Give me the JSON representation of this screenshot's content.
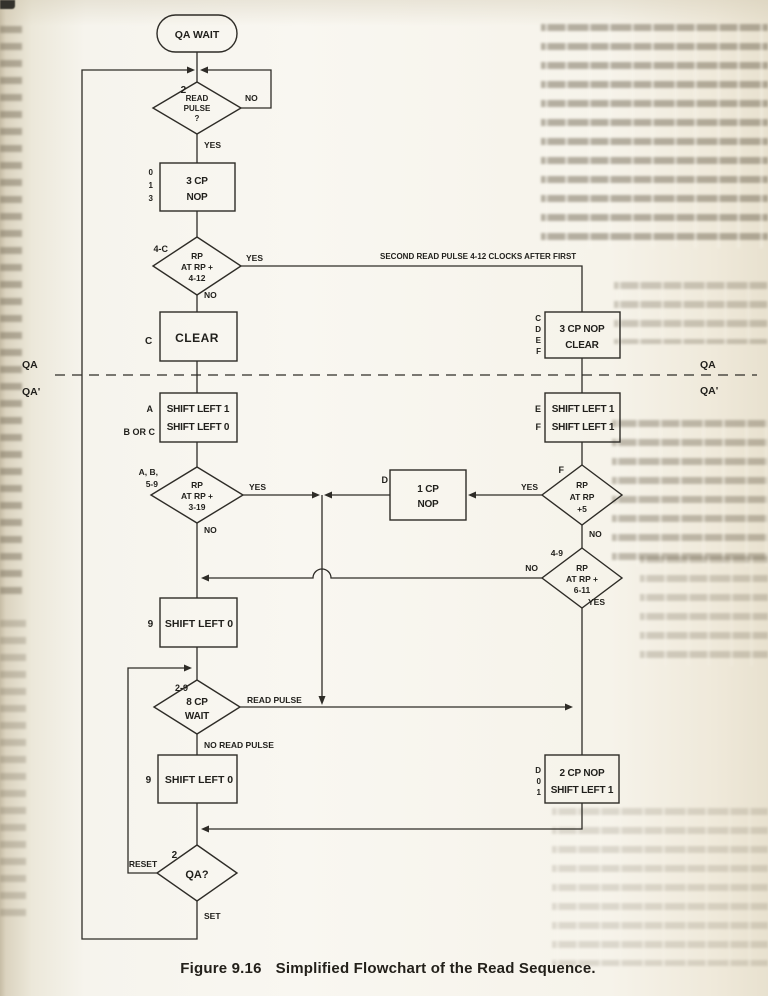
{
  "figure": {
    "caption_prefix": "Figure 9.16",
    "caption_title": "Simplified Flowchart of the Read Sequence."
  },
  "regions": {
    "qa_left": "QA",
    "qa_prime_left": "QA'",
    "qa_right": "QA",
    "qa_prime_right": "QA'"
  },
  "notes": {
    "second_read_pulse": "SECOND READ PULSE 4-12 CLOCKS AFTER FIRST"
  },
  "colors": {
    "ink": "#2e2c27",
    "paper": "#f7f5ee"
  },
  "nodes": {
    "qa_wait": {
      "label": "QA WAIT"
    },
    "read_pulse": {
      "lines": [
        "READ",
        "PULSE",
        "?"
      ],
      "side": "2",
      "yes": "YES",
      "no": "NO"
    },
    "cp3_nop": {
      "lines": [
        "3 CP",
        "NOP"
      ],
      "side": [
        "0",
        "1",
        "3"
      ]
    },
    "rp_4_12": {
      "lines": [
        "RP",
        "AT RP +",
        "4-12"
      ],
      "side": "4-C",
      "yes": "YES",
      "no": "NO"
    },
    "clear": {
      "label": "CLEAR",
      "side": "C"
    },
    "shift_left_a": {
      "lines": [
        "SHIFT LEFT 1",
        "SHIFT LEFT 0"
      ],
      "side": [
        "A",
        "B OR C"
      ]
    },
    "rp_3_19": {
      "lines": [
        "RP",
        "AT RP +",
        "3-19"
      ],
      "side": [
        "A, B,",
        "5-9"
      ],
      "yes": "YES",
      "no": "NO"
    },
    "cp1_nop": {
      "lines": [
        "1 CP",
        "NOP"
      ],
      "side": "D"
    },
    "cp3_nop_clear": {
      "lines": [
        "3 CP NOP",
        "CLEAR"
      ],
      "side": [
        "C",
        "D",
        "E",
        "F"
      ]
    },
    "shift_left_ef": {
      "lines": [
        "SHIFT LEFT 1",
        "SHIFT LEFT 1"
      ],
      "side": [
        "E",
        "F"
      ]
    },
    "rp_5": {
      "lines": [
        "RP",
        "AT RP",
        "+5"
      ],
      "side": "F",
      "yes": "YES",
      "no": "NO"
    },
    "rp_6_11": {
      "lines": [
        "RP",
        "AT RP +",
        "6-11"
      ],
      "side": "4-9",
      "yes": "YES",
      "no": "NO"
    },
    "shift_left_9a": {
      "label": "SHIFT LEFT 0",
      "side": "9"
    },
    "cp8_wait": {
      "lines": [
        "8 CP",
        "WAIT"
      ],
      "side": "2-9",
      "yes": "READ PULSE",
      "no": "NO READ PULSE"
    },
    "shift_left_9b": {
      "label": "SHIFT LEFT 0",
      "side": "9"
    },
    "cp2_nop": {
      "lines": [
        "2 CP NOP",
        "SHIFT LEFT 1"
      ],
      "side": [
        "D",
        "0",
        "1"
      ]
    },
    "qa_test": {
      "label": "QA?",
      "side": "2",
      "reset": "RESET",
      "set": "SET"
    }
  }
}
